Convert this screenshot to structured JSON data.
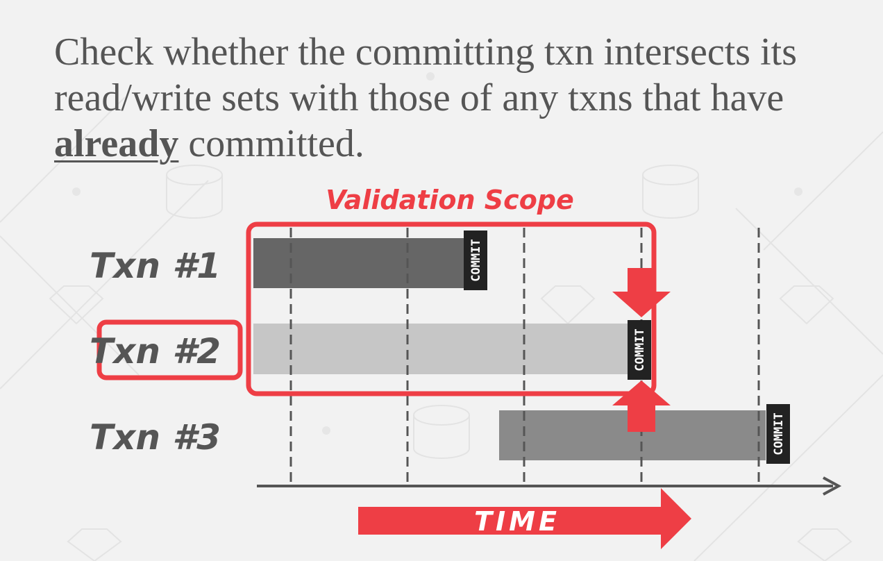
{
  "heading": {
    "part1": "Check whether the committing txn intersects its read/write sets with those of any txns that have ",
    "emphasis": "already",
    "part2": " committed."
  },
  "diagram": {
    "scope_label": "Validation Scope",
    "txns": [
      {
        "label": "Txn #1",
        "commit": "COMMIT",
        "shade": "#666666"
      },
      {
        "label": "Txn #2",
        "commit": "COMMIT",
        "shade": "#c6c6c6"
      },
      {
        "label": "Txn #3",
        "commit": "COMMIT",
        "shade": "#8a8a8a"
      }
    ],
    "time_label": "TIME"
  },
  "colors": {
    "accent": "#ee3e45",
    "text": "#555555",
    "background": "#f2f2f2"
  }
}
